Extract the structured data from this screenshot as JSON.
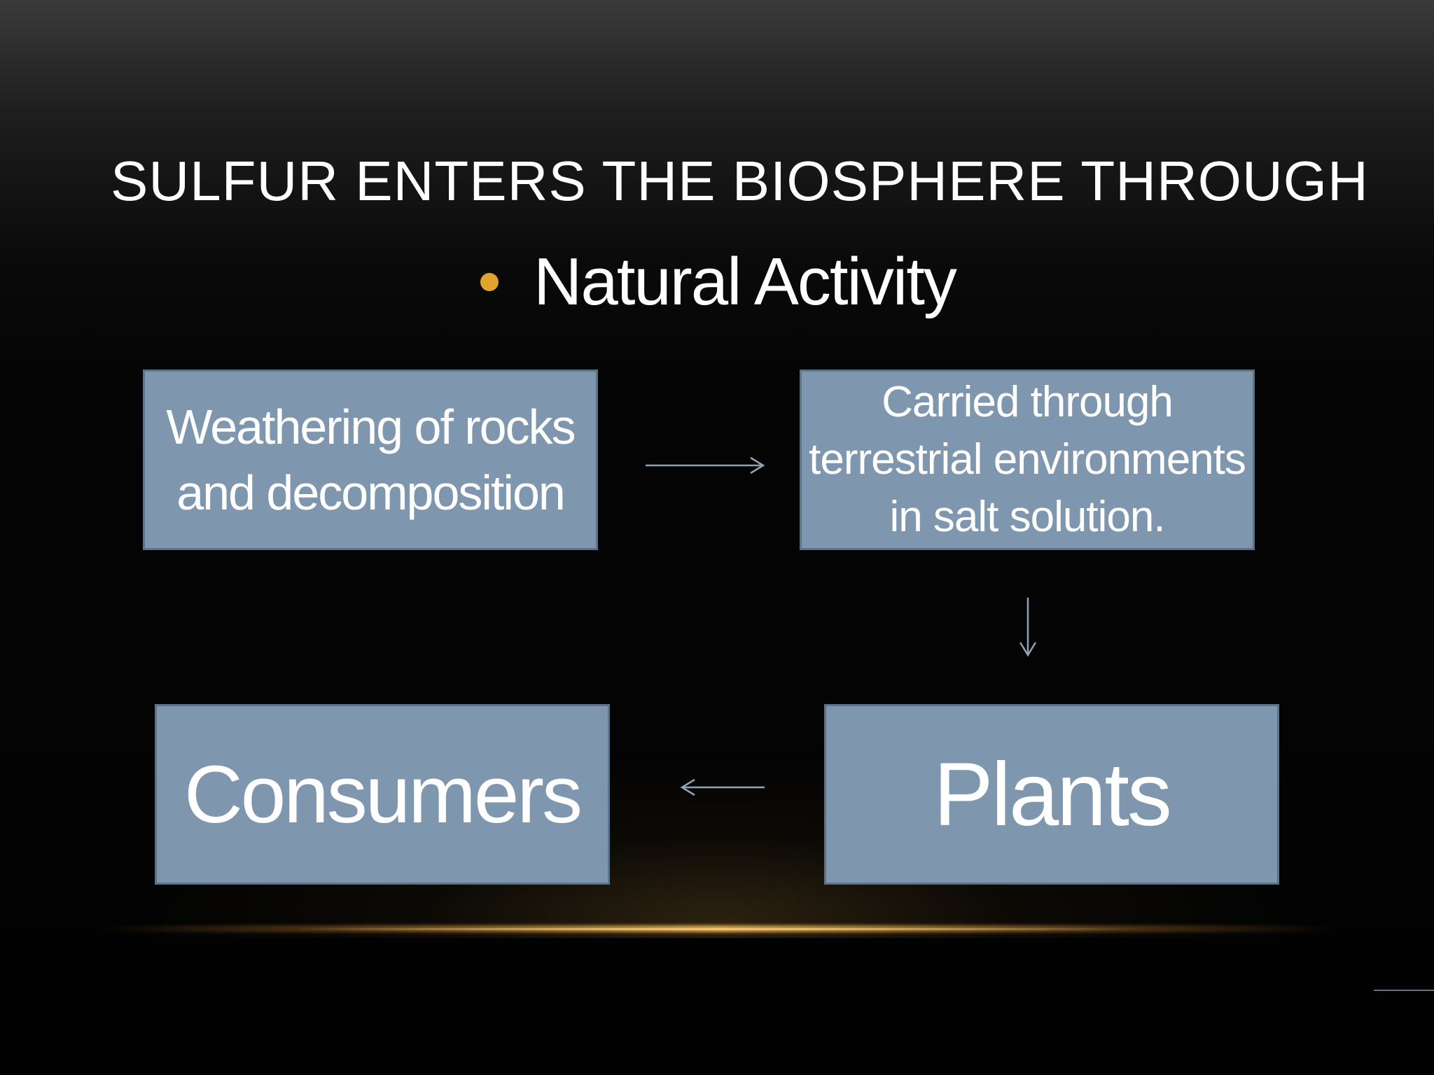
{
  "slide": {
    "title": "SULFUR ENTERS THE BIOSPHERE THROUGH",
    "bullet": "Natural Activity"
  },
  "diagram": {
    "nodes": [
      {
        "id": "weathering",
        "label": "Weathering of rocks and decomposition"
      },
      {
        "id": "carried",
        "label": "Carried through terrestrial environments in salt solution."
      },
      {
        "id": "consumers",
        "label": "Consumers"
      },
      {
        "id": "plants",
        "label": "Plants"
      }
    ],
    "edges": [
      {
        "from": "weathering",
        "to": "carried"
      },
      {
        "from": "carried",
        "to": "plants"
      },
      {
        "from": "plants",
        "to": "consumers"
      }
    ]
  },
  "colors": {
    "box_fill": "#7f97ae",
    "box_border": "#5d7488",
    "arrow": "#8fa3b5",
    "bullet_accent": "#e2a32e",
    "horizon_glow": "#d9a24a"
  }
}
